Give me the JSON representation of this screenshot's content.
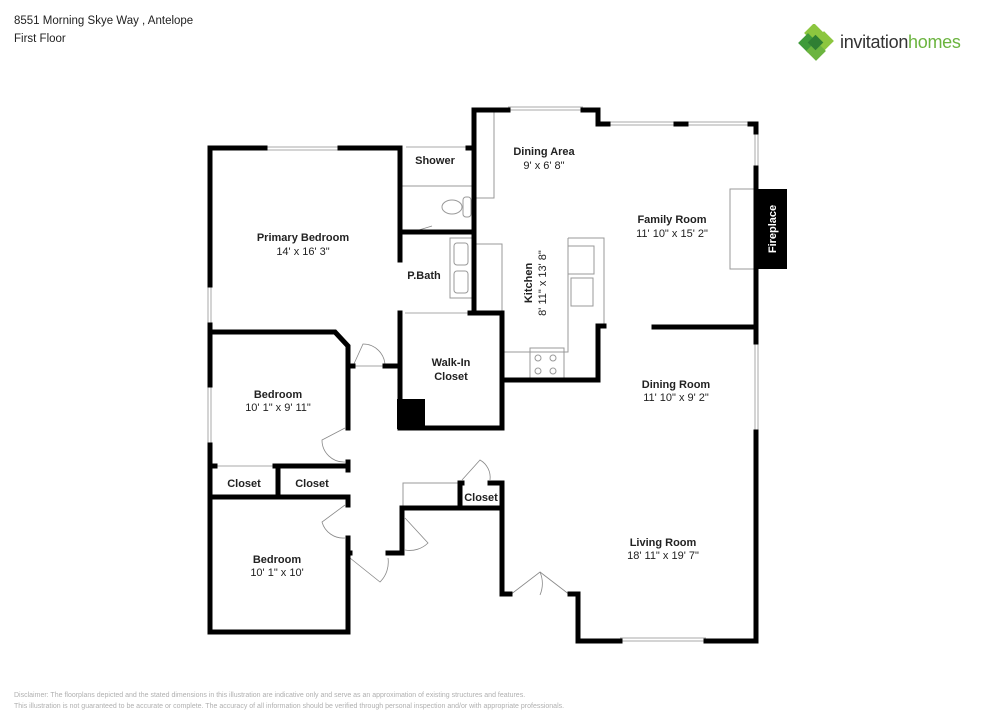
{
  "header": {
    "address": "8551 Morning Skye Way , Antelope",
    "floor": "First Floor"
  },
  "brand": {
    "logo_word1": "invitation",
    "logo_word2": "homes",
    "logo_icon": "green-diamond-cluster-icon",
    "colors": {
      "light_green": "#8cc63f",
      "dark_green": "#3e9a3a",
      "text_dark": "#333333",
      "text_green": "#6bb43f"
    }
  },
  "rooms": {
    "primary_bedroom": {
      "name": "Primary Bedroom",
      "dims": "14' x 16' 3\""
    },
    "shower": {
      "name": "Shower"
    },
    "p_bath": {
      "name": "P.Bath"
    },
    "dining_area": {
      "name": "Dining Area",
      "dims": "9' x 6' 8\""
    },
    "family_room": {
      "name": "Family Room",
      "dims": "11' 10\" x 15' 2\""
    },
    "fireplace": {
      "name": "Fireplace"
    },
    "kitchen": {
      "name": "Kitchen",
      "dims": "8' 11\" x 13' 8\""
    },
    "walk_in_closet": {
      "name_line1": "Walk-In",
      "name_line2": "Closet"
    },
    "bedroom_1": {
      "name": "Bedroom",
      "dims": "10' 1\" x 9' 11\""
    },
    "closet_1": {
      "name": "Closet"
    },
    "closet_2": {
      "name": "Closet"
    },
    "closet_3": {
      "name": "Closet"
    },
    "bedroom_2": {
      "name": "Bedroom",
      "dims": "10' 1\" x 10'"
    },
    "dining_room": {
      "name": "Dining Room",
      "dims": "11' 10\" x 9' 2\""
    },
    "living_room": {
      "name": "Living Room",
      "dims": "18' 11\" x 19' 7\""
    }
  },
  "disclaimer": {
    "line1": "Disclaimer: The floorplans depicted and the stated dimensions in this illustration are indicative only and serve as an approximation of existing structures and features.",
    "line2": "This illustration is not guaranteed to be accurate or complete. The accuracy of all information should be verified through personal inspection and/or with appropriate professionals."
  }
}
